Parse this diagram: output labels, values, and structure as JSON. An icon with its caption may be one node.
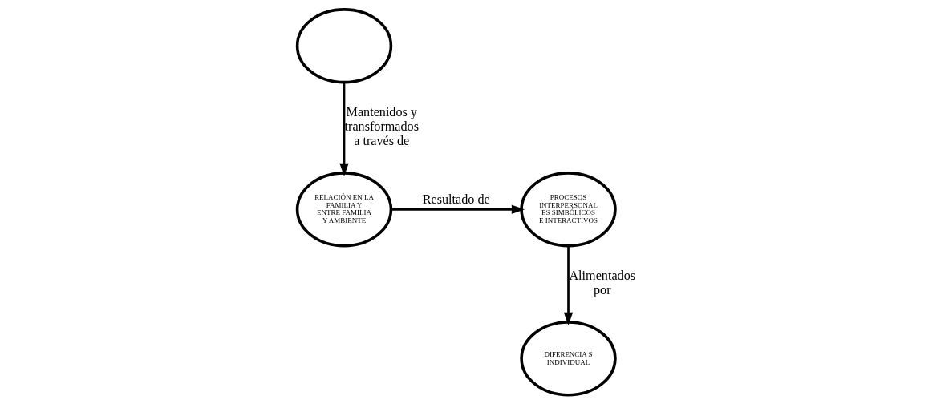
{
  "diagram": {
    "nodes": [
      {
        "text": [
          "RELACIÓN EN LA FAMILIA Y ENTRE FAMILIA Y AMBIENTE"
        ]
      },
      {
        "text": [
          "PROCESOS INTERPERSONAL ES SIMBÓLICOS E INTERACTIVOS"
        ]
      },
      {
        "text": [
          "DIFERENCIA S INDIVIDUAL"
        ]
      },
      {
        "text": [],
        "shape": "ellipse"
      }
    ],
    "edges": [
      {
        "from": 0,
        "to": 1,
        "arrow": "to",
        "label": "Resultado de"
      },
      {
        "from": 1,
        "to": 2,
        "arrow": "to",
        "label": "Alimentados por"
      },
      {
        "from": 3,
        "to": 0,
        "arrow": "to",
        "label": "Mantenidos y transformados a través de"
      }
    ]
  }
}
